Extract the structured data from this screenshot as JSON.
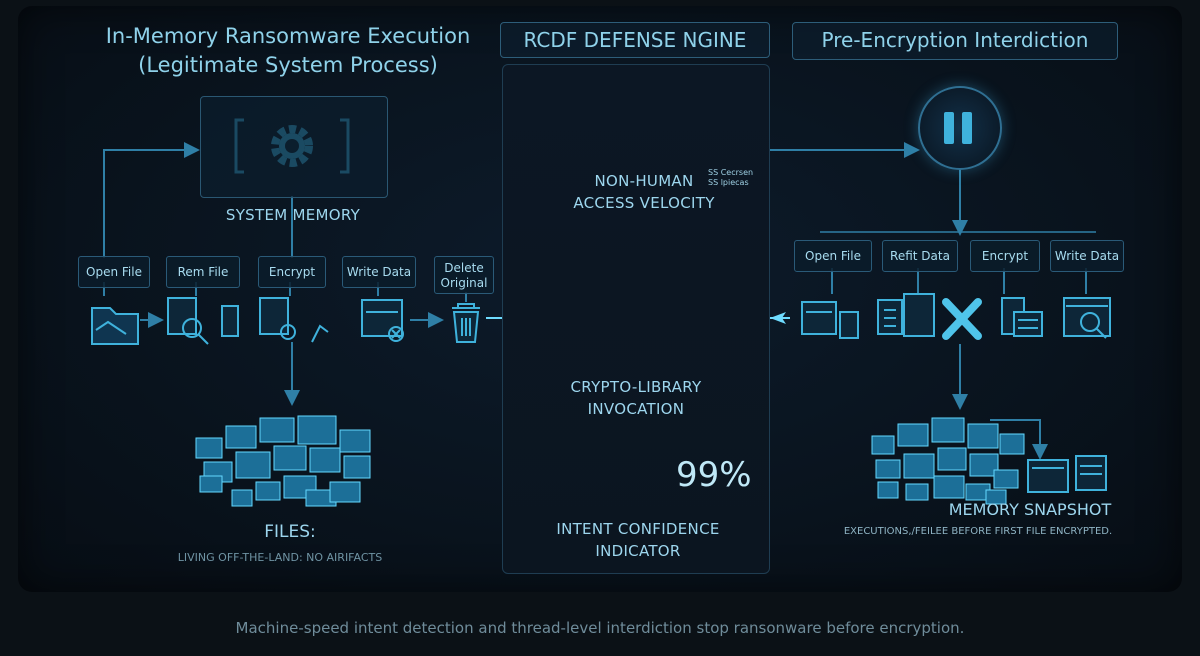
{
  "headers": {
    "left_line1": "In-Memory Ransomware Execution",
    "left_line2": "(Legitimate System Process)",
    "middle": "RCDF DEFENSE NGINE",
    "right": "Pre-Encryption Interdiction"
  },
  "left": {
    "system_memory": "SYSTEM MEMORY",
    "steps": [
      "Open File",
      "Rem File",
      "Encrypt",
      "Write Data"
    ],
    "delete_line1": "Delete",
    "delete_line2": "Original",
    "files_label": "FILES:",
    "files_note": "LIVING OFF-THE-LAND: NO AIRIFACTS"
  },
  "engine": {
    "velocity_line1": "NON-HUMAN",
    "velocity_line2": "ACCESS VELOCITY",
    "velocity_tag1": "SS Cecrsen",
    "velocity_tag2": "SS lpiecas",
    "crypto_line1": "CRYPTO-LIBRARY",
    "crypto_line2": "INVOCATION",
    "confidence_value": "99%",
    "confidence_line1": "INTENT CONFIDENCE",
    "confidence_line2": "INDICATOR"
  },
  "right": {
    "steps": [
      "Open File",
      "Refit Data",
      "Encrypt",
      "Write Data"
    ],
    "snapshot_label": "MEMORY SNAPSHOT",
    "snapshot_note": "EXECUTIONS,/FEILEE BEFORE FIRST FILE ENCRYPTED."
  },
  "caption": "Machine-speed intent detection and thread-level interdiction stop ransonware before encryption.",
  "colors": {
    "accent": "#3fb2dc",
    "line": "#2f7fa6",
    "text": "#9dd6ee",
    "background": "#0b1116"
  }
}
